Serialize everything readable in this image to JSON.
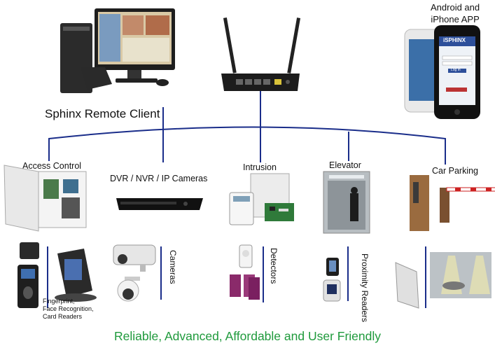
{
  "header": {
    "client_label": "Sphinx Remote Client",
    "app_label_line1": "Android and",
    "app_label_line2": "iPhone APP",
    "phone_brand": "iSPHINX",
    "phone_button": "Log in"
  },
  "modules": [
    {
      "title": "Access Control",
      "side_label": "Fingerprint,\nFace Recognition,\nCard Readers"
    },
    {
      "title": "DVR / NVR / IP Cameras",
      "side_label": "Cameras"
    },
    {
      "title": "Intrusion",
      "side_label": "Detectors"
    },
    {
      "title": "Elevator",
      "side_label": "Proximity Readers"
    },
    {
      "title": "Car Parking",
      "side_label": ""
    }
  ],
  "footer": {
    "tagline": "Reliable, Advanced, Affordable and User Friendly"
  },
  "colors": {
    "line": "#1a2d8a",
    "tagline": "#1f9a3c"
  }
}
